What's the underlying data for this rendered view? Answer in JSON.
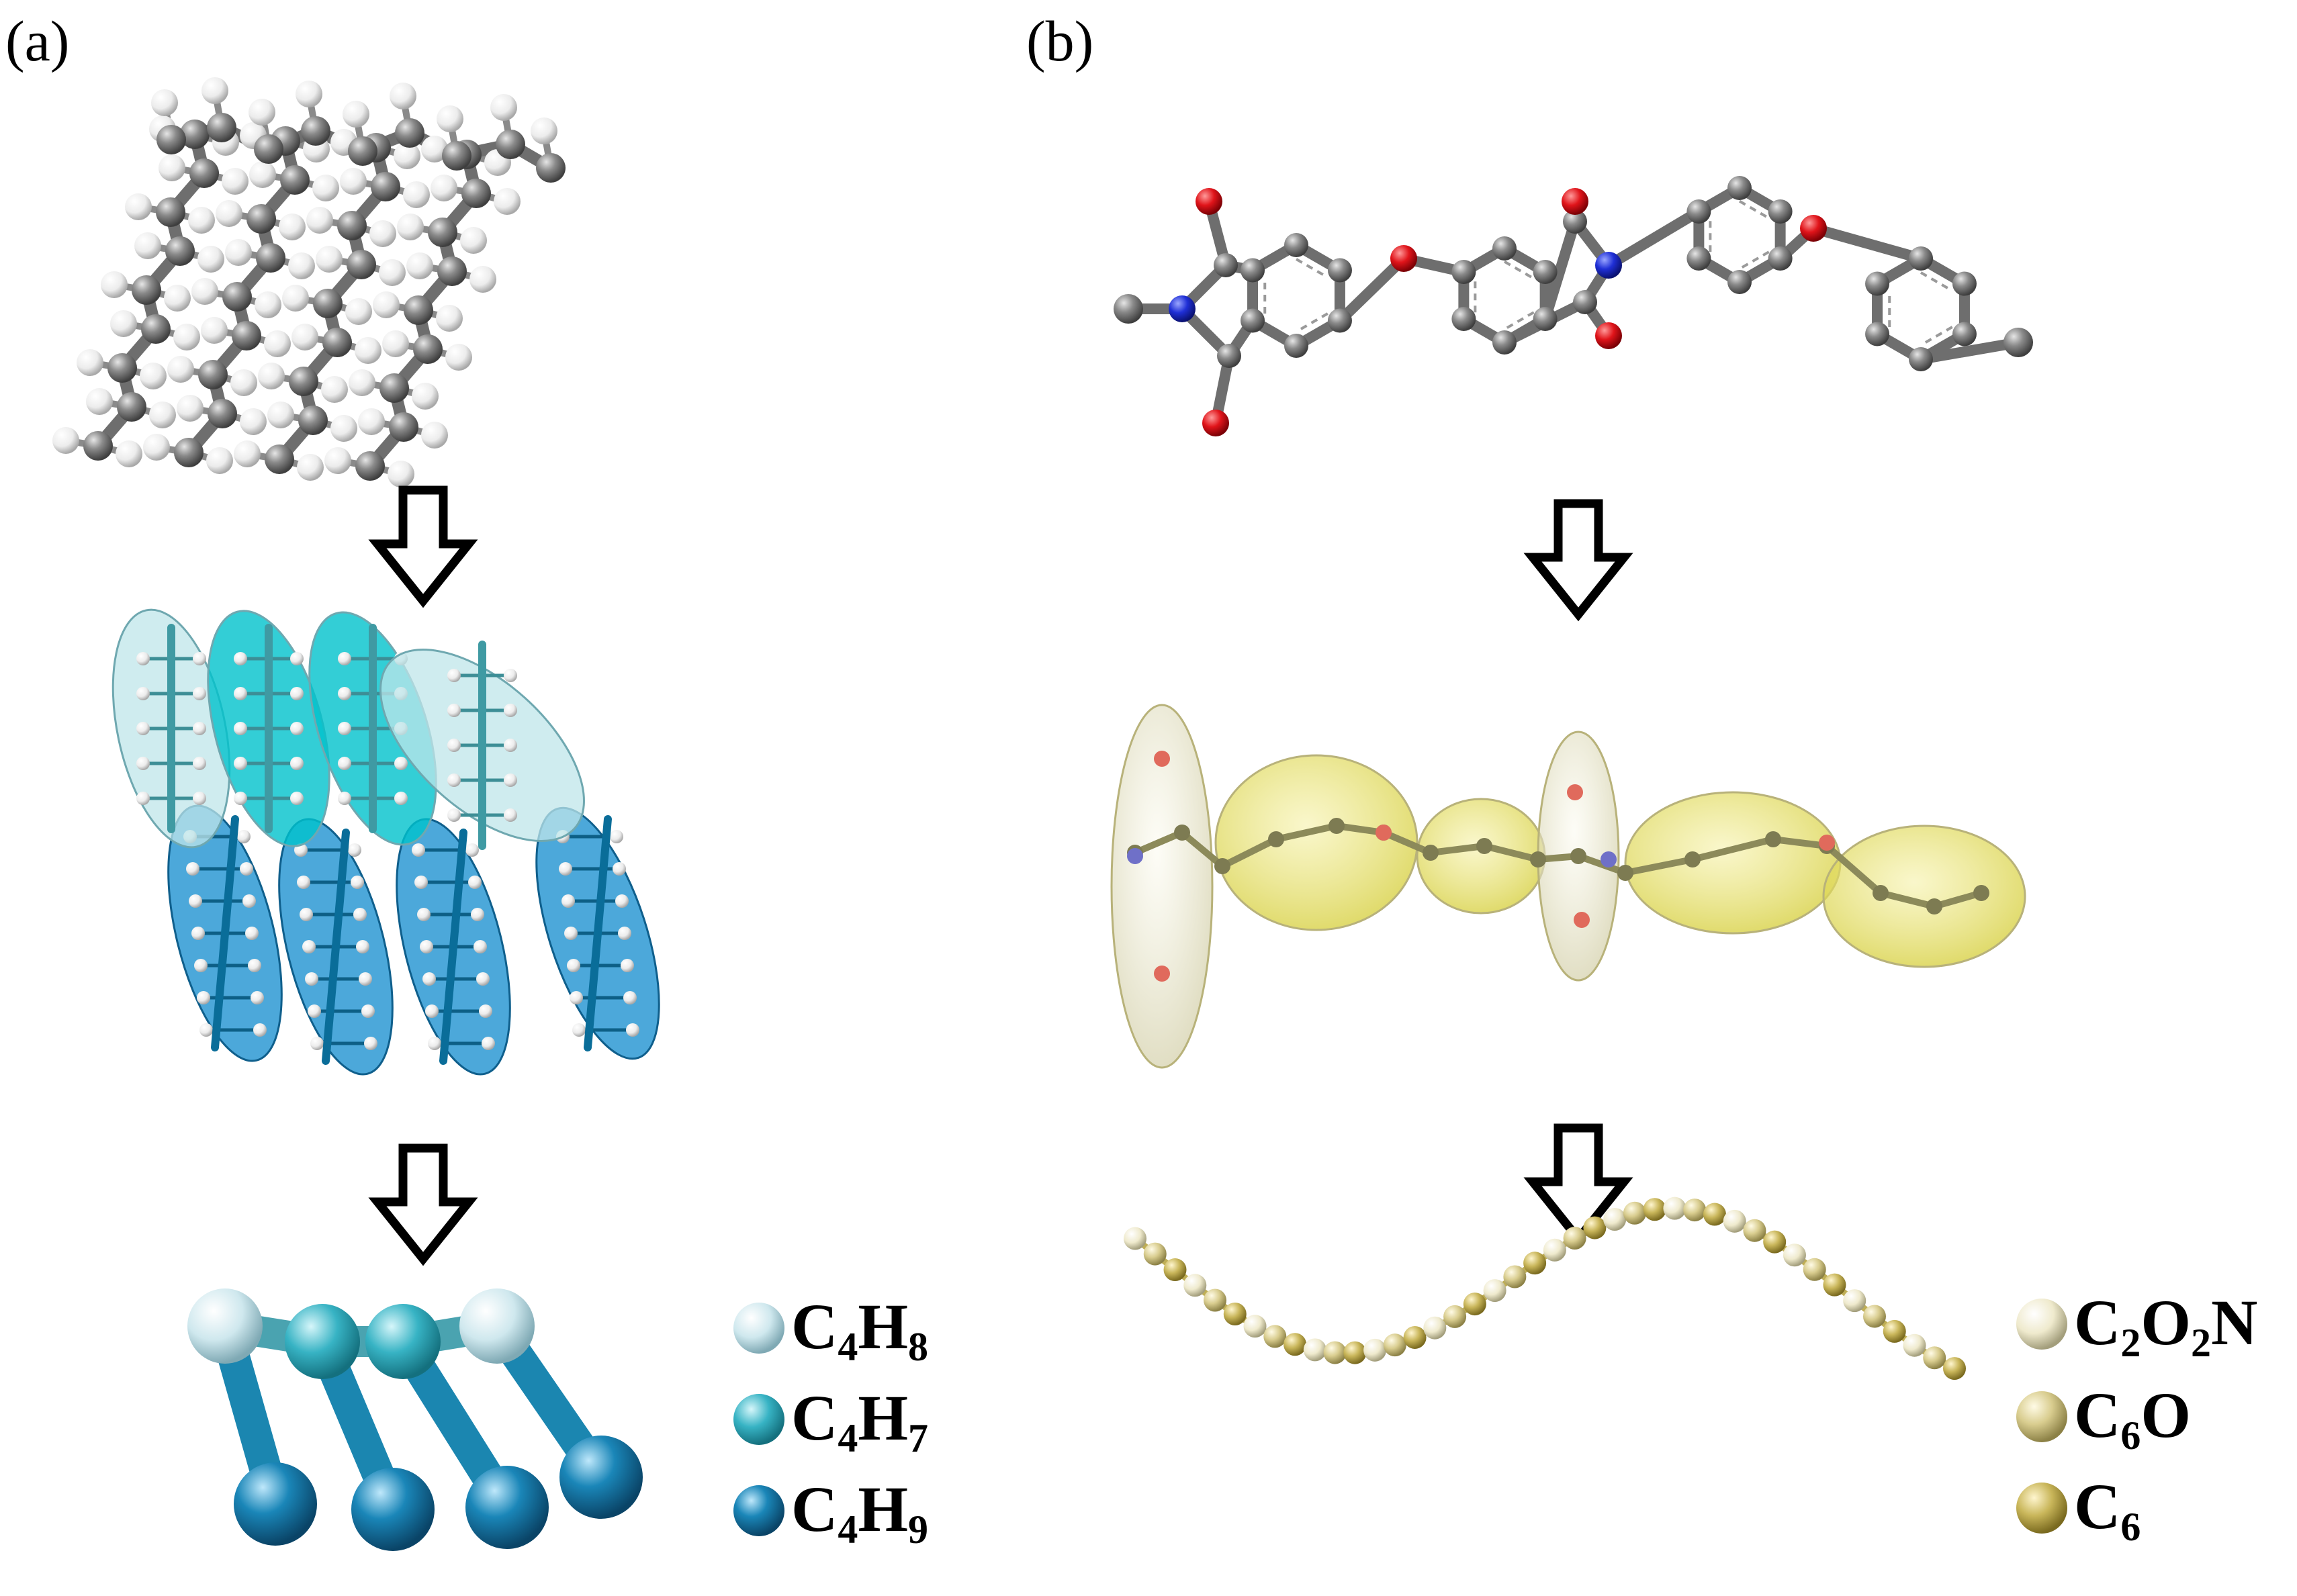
{
  "panels": [
    {
      "label": "(a)"
    },
    {
      "label": "(b)"
    }
  ],
  "legend_a": [
    {
      "formula": "C",
      "n1": "4",
      "el2": "H",
      "n2": "8",
      "color": "#cfe8ee"
    },
    {
      "formula": "C",
      "n1": "4",
      "el2": "H",
      "n2": "7",
      "color": "#37b3c4"
    },
    {
      "formula": "C",
      "n1": "4",
      "el2": "H",
      "n2": "9",
      "color": "#1a86b8"
    }
  ],
  "legend_b": [
    {
      "formula": "C",
      "n1": "2",
      "el2": "O",
      "n2": "2",
      "el3": "N",
      "color": "#efeacd"
    },
    {
      "formula": "C",
      "n1": "6",
      "el2": "O",
      "n2": "",
      "el3": "",
      "color": "#d9cd8f"
    },
    {
      "formula": "C",
      "n1": "6",
      "el2": "",
      "n2": "",
      "el3": "",
      "color": "#c9b65a"
    }
  ],
  "colors": {
    "carbon": "#7a7a7a",
    "hydrogen": "#f2f2f2",
    "oxygen": "#e8141a",
    "nitrogen": "#1f2fd6",
    "bead_light": "#cfe8ee",
    "bead_mid": "#37b3c4",
    "bead_dark": "#1a86b8",
    "ellipse_yellow": "#e6e26a",
    "ellipse_pale": "#ece9c8"
  }
}
